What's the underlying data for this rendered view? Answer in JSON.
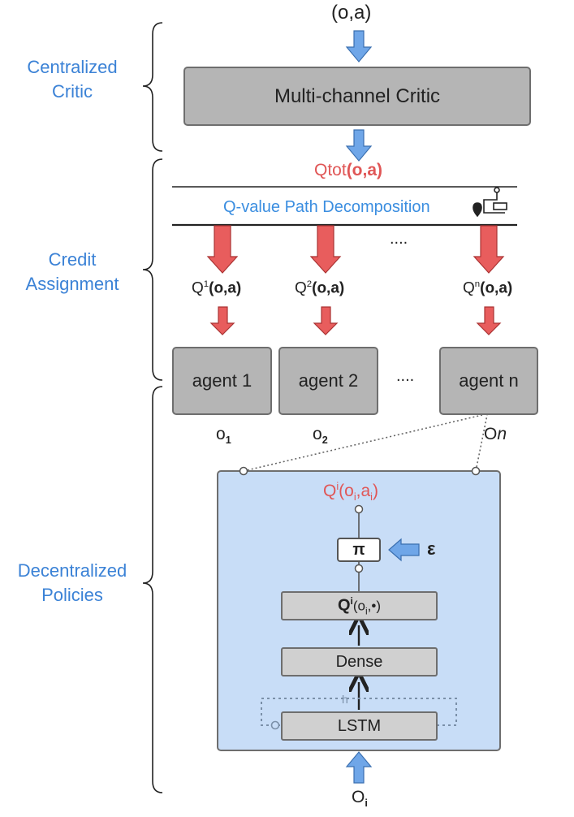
{
  "top_input": "(o,a)",
  "sections": {
    "critic_line1": "Centralized",
    "critic_line2": "Critic",
    "credit_line1": "Credit",
    "credit_line2": "Assignment",
    "decentral_line1": "Decentralized",
    "decentral_line2": "Policies"
  },
  "critic_box": "Multi-channel Critic",
  "qtot": {
    "prefix": "Qtot",
    "args": "(o,a)"
  },
  "decomposition": "Q-value Path Decomposition",
  "dots_mid": "....",
  "dots_agents": "....",
  "agent_q": [
    {
      "q": "Q",
      "sup": "1",
      "args": "(o,a)"
    },
    {
      "q": "Q",
      "sup": "2",
      "args": "(o,a)"
    },
    {
      "q": "Q",
      "sup": "n",
      "args": "(o,a)"
    }
  ],
  "agents": [
    "agent 1",
    "agent 2",
    "agent n"
  ],
  "observations": [
    {
      "o": "o",
      "sub": "1"
    },
    {
      "o": "o",
      "sub": "2"
    },
    {
      "o": "O",
      "sub": "n"
    }
  ],
  "policy": {
    "q_out": {
      "q": "Q",
      "sup": "i",
      "args_open": "(o",
      "sub1": "i",
      "comma": ",a",
      "sub2": "i",
      "close": ")"
    },
    "pi": "π",
    "epsilon": "ε",
    "qi_box": {
      "q": "Q",
      "sup": "i",
      "args_open": "(o",
      "sub": "i",
      "rest": ",•)"
    },
    "dense": "Dense",
    "lstm": "LSTM",
    "hidden": "h",
    "input": {
      "o": "O",
      "sub": "i"
    }
  },
  "colors": {
    "label_blue": "#3b82d6",
    "red": "#e05656",
    "panel": "#c8ddf7",
    "arrow_blue": "#6fa6e8"
  }
}
